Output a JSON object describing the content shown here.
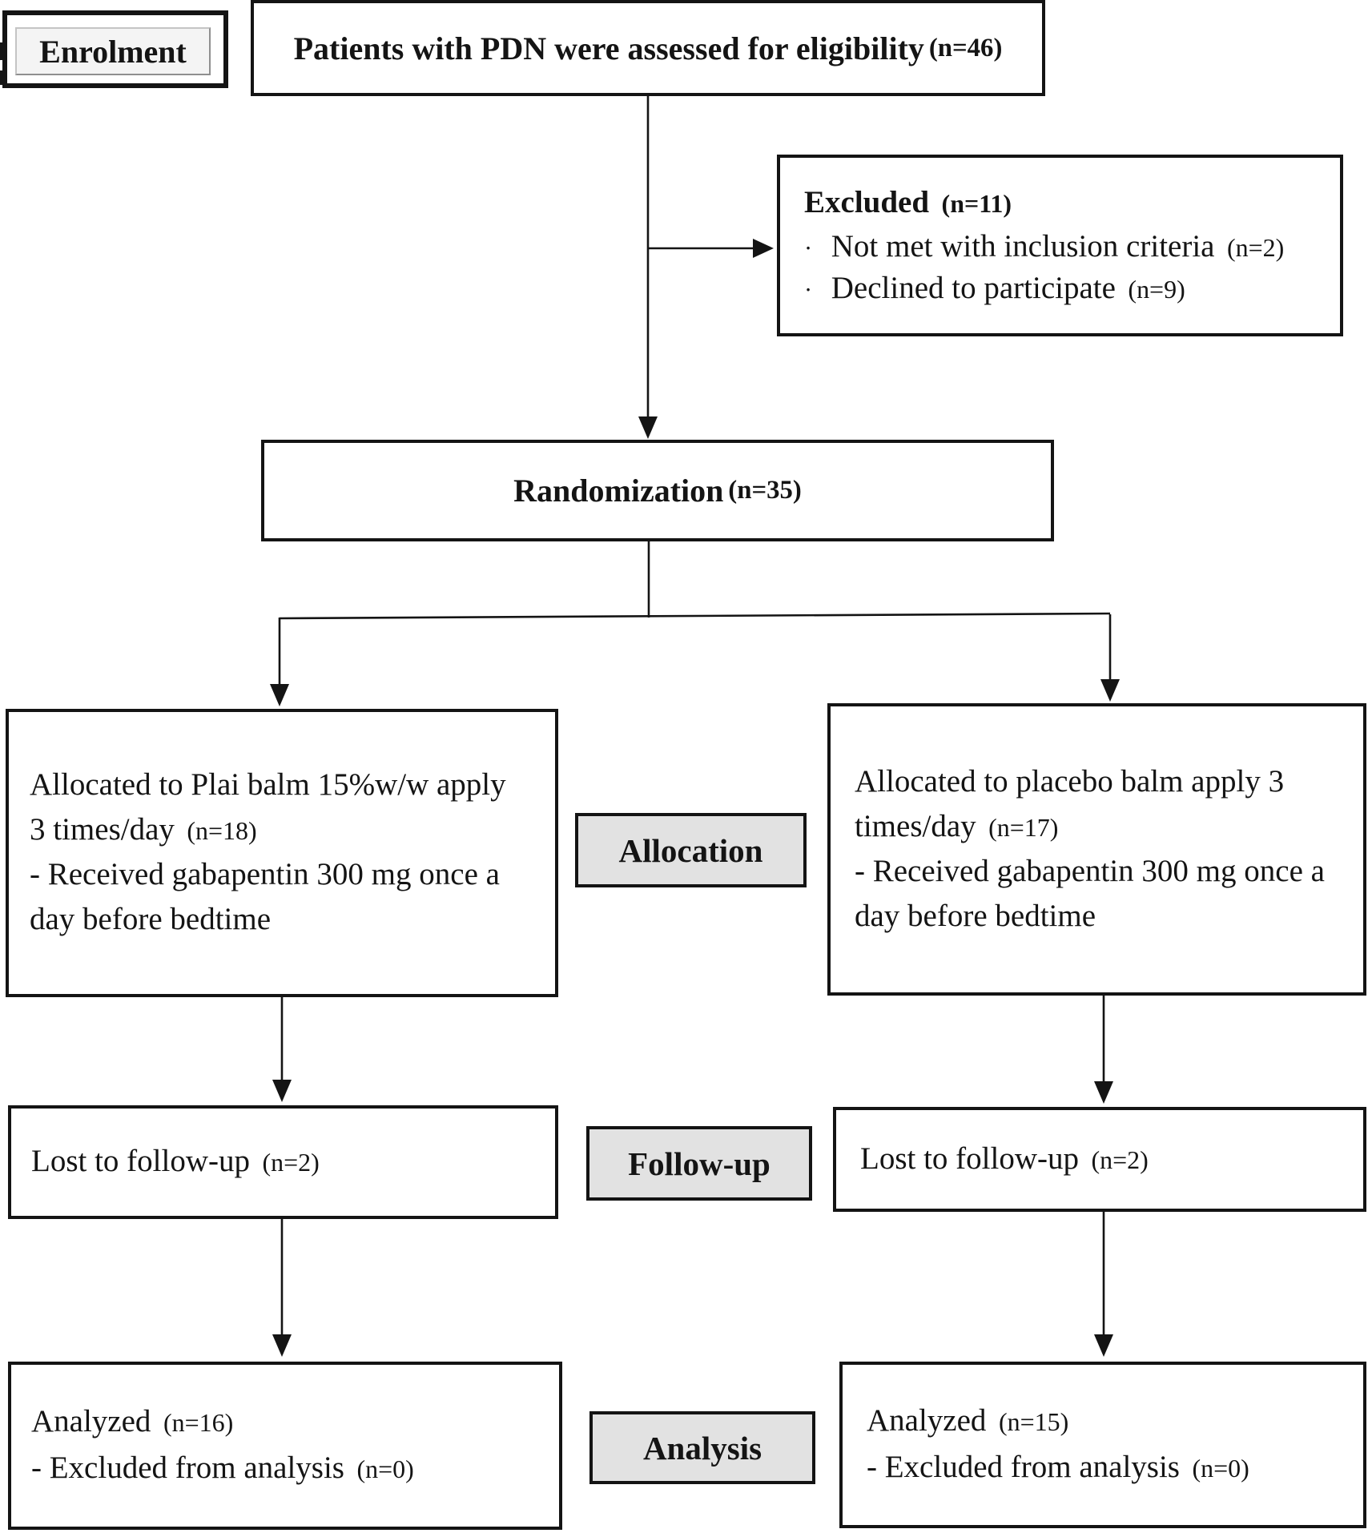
{
  "theme": {
    "ink": "#141414",
    "page_bg": "#ffffff",
    "box_bg": "#ffffff",
    "stage_fill": "#e2e2e2",
    "btn_fill": "#f4f4f4"
  },
  "stage_labels": {
    "enrolment": "Enrolment",
    "allocation": "Allocation",
    "follow_up": "Follow-up",
    "analysis": "Analysis"
  },
  "boxes": {
    "eligibility": {
      "text": "Patients with PDN were assessed for eligibility",
      "n": "(n=46)"
    },
    "excluded": {
      "title": "Excluded",
      "title_n": "(n=11)",
      "items": [
        {
          "bullet": "·",
          "text": "Not met with inclusion criteria",
          "n": "(n=2)"
        },
        {
          "bullet": "·",
          "text": "Declined to participate",
          "n": "(n=9)"
        }
      ]
    },
    "randomization": {
      "text": "Randomization",
      "n": "(n=35)"
    },
    "allocation_left": {
      "lines": [
        {
          "text": "Allocated to Plai balm 15%w/w apply"
        },
        {
          "text": "3 times/day",
          "n": "(n=18)"
        },
        {
          "text": "- Received gabapentin 300 mg once a"
        },
        {
          "text": "day before bedtime"
        }
      ]
    },
    "allocation_right": {
      "lines": [
        {
          "text": "Allocated to placebo balm apply 3"
        },
        {
          "text": "times/day",
          "n": "(n=17)"
        },
        {
          "text": "- Received gabapentin 300 mg once a"
        },
        {
          "text": "day before bedtime"
        }
      ]
    },
    "followup_left": {
      "text": "Lost to follow-up",
      "n": "(n=2)"
    },
    "followup_right": {
      "text": "Lost to follow-up",
      "n": "(n=2)"
    },
    "analysis_left": {
      "lines": [
        {
          "text": "Analyzed",
          "n": "(n=16)"
        },
        {
          "text": "- Excluded from analysis",
          "n": "(n=0)"
        }
      ]
    },
    "analysis_right": {
      "lines": [
        {
          "text": "Analyzed",
          "n": "(n=15)"
        },
        {
          "text": "- Excluded from analysis",
          "n": "(n=0)"
        }
      ]
    }
  }
}
